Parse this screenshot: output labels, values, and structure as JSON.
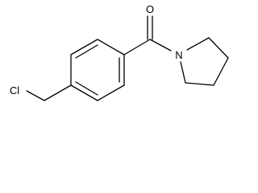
{
  "molecule": {
    "atom_labels": {
      "oxygen": "O",
      "nitrogen": "N",
      "chlorine": "Cl"
    },
    "colors": {
      "bond": "#000000",
      "label": "#000000",
      "background": "#ffffff"
    }
  }
}
